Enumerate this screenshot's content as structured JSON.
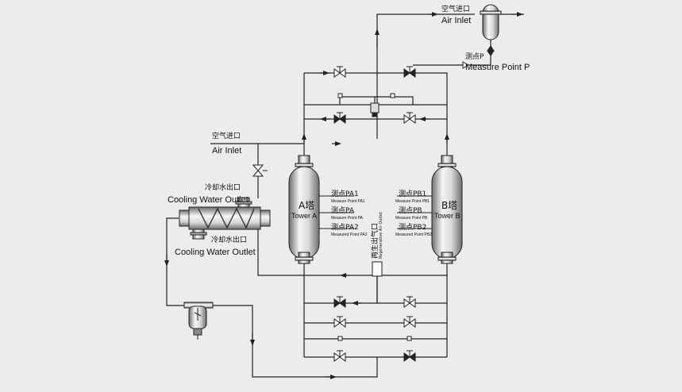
{
  "top_outlet": {
    "cn": "空气进口",
    "en": "Air Inlet"
  },
  "measure_point_p": {
    "cn": "测点P",
    "en": "Measure Point P"
  },
  "left_inlet": {
    "cn": "空气进口",
    "en": "Air Inlet"
  },
  "cooling_water_top": {
    "cn": "冷却水出口",
    "en": "Cooling Water Outlet"
  },
  "cooling_water_bottom": {
    "cn": "冷却水出口",
    "en": "Cooling Water Outlet"
  },
  "tower_a": {
    "name": "A塔",
    "en": "Tower A",
    "points": [
      {
        "cn": "测点PA1",
        "en": "Measure Point PA1"
      },
      {
        "cn": "测点PA",
        "en": "Measure Point PA"
      },
      {
        "cn": "测点PA2",
        "en": "Measured Point PA2"
      }
    ]
  },
  "tower_b": {
    "name": "B塔",
    "en": "Tower B",
    "points": [
      {
        "cn": "测点PB1",
        "en": "Measure Point PB1"
      },
      {
        "cn": "测点PB",
        "en": "Measure Point PB"
      },
      {
        "cn": "测点PB2",
        "en": "Measured Point PB2"
      }
    ]
  },
  "regen_outlet": {
    "cn": "再生出气口",
    "en": "Regenerative Air Outlet"
  },
  "colors": {
    "line": "#222222",
    "vessel_light": "#f4f4f4",
    "vessel_dark": "#7a7a7a",
    "background": "#ececec"
  }
}
